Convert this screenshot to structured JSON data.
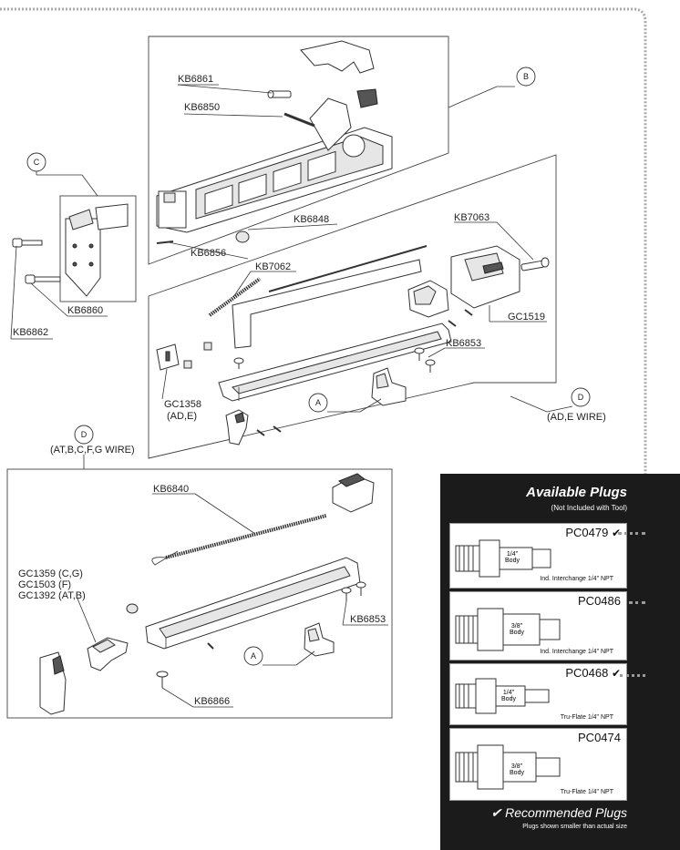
{
  "labels": {
    "kb6861": "KB6861",
    "kb6850": "KB6850",
    "kb6848": "KB6848",
    "kb6856": "KB6856",
    "kb7063": "KB7063",
    "kb7062": "KB7062",
    "gc1519": "GC1519",
    "kb6853_top": "KB6853",
    "gc1358": "GC1358",
    "gc1358_sub": "(AD,E)",
    "kb6860": "KB6860",
    "kb6862": "KB6862",
    "d_top_sub": "(AD,E WIRE)",
    "d_bottom_sub": "(AT,B,C,F,G WIRE)",
    "kb6840": "KB6840",
    "gc1359": "GC1359 (C,G)",
    "gc1503": "GC1503 (F)",
    "gc1392": "GC1392 (AT,B)",
    "kb6853_bottom": "KB6853",
    "kb6866": "KB6866"
  },
  "callouts": {
    "b": "B",
    "c": "C",
    "d_top": "D",
    "d_bottom": "D",
    "a_top": "A",
    "a_bottom": "A"
  },
  "plugs_panel": {
    "title": "Available Plugs",
    "subtitle": "(Not Included with Tool)",
    "items": [
      {
        "code": "PC0479",
        "check": "✔",
        "body": "1/4\" Body",
        "desc": "Ind. Interchange 1/4\" NPT"
      },
      {
        "code": "PC0486",
        "check": "",
        "body": "3/8\" Body",
        "desc": "Ind. Interchange 1/4\" NPT"
      },
      {
        "code": "PC0468",
        "check": "✔",
        "body": "1/4\" Body",
        "desc": "Tru-Flate 1/4\" NPT"
      },
      {
        "code": "PC0474",
        "check": "",
        "body": "3/8\" Body",
        "desc": "Tru-Flate 1/4\" NPT"
      }
    ],
    "recommended": "✔ Recommended Plugs",
    "note": "Plugs shown smaller than actual size"
  }
}
